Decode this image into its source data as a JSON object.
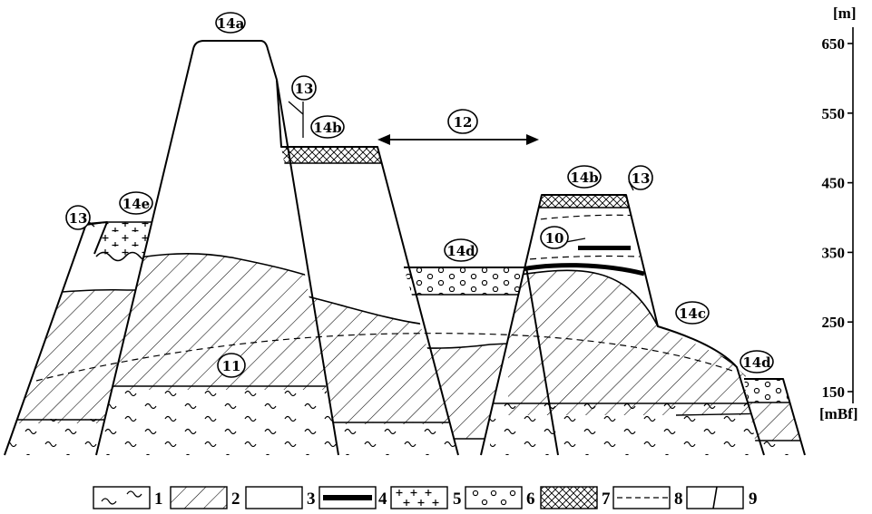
{
  "axis": {
    "unit_top": "[m]",
    "unit_bottom": "[mBf]",
    "ticks": [
      {
        "label": "650",
        "value": 650
      },
      {
        "label": "550",
        "value": 550
      },
      {
        "label": "450",
        "value": 450
      },
      {
        "label": "350",
        "value": 350
      },
      {
        "label": "250",
        "value": 250
      },
      {
        "label": "150",
        "value": 150
      }
    ]
  },
  "callouts": {
    "c14a": "14a",
    "c13_top": "13",
    "c14b_left": "14b",
    "c12": "12",
    "c14b_right": "14b",
    "c13_right": "13",
    "c14e": "14e",
    "c13_left": "13",
    "c14d_mid": "14d",
    "c10": "10",
    "c14c": "14c",
    "c14d_right": "14d",
    "c11": "11"
  },
  "legend": [
    "1",
    "2",
    "3",
    "4",
    "5",
    "6",
    "7",
    "8",
    "9"
  ]
}
